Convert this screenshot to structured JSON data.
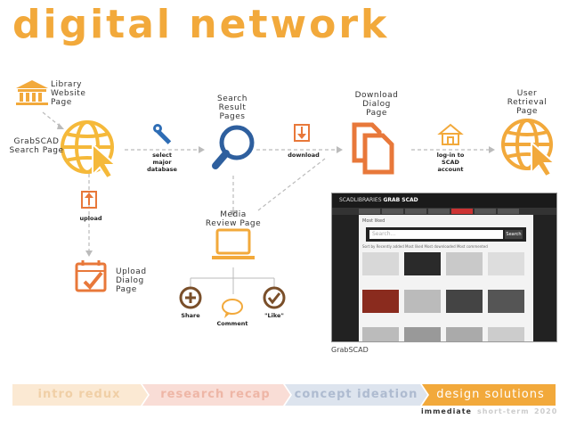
{
  "title": "digital network",
  "nodes": {
    "library": "Library\nWebsite\nPage",
    "grabscad": "GrabSCAD\nSearch Page",
    "search_results": "Search\nResult\nPages",
    "download_dialog": "Download\nDialog\nPage",
    "user_retrieval": "User\nRetrieval\nPage",
    "media_review": "Media\nReview Page",
    "upload_dialog": "Upload\nDialog\nPage"
  },
  "edges": {
    "select_db": "select\nmajor\ndatabase",
    "download": "download",
    "login": "log-in to\nSCAD\naccount",
    "upload": "upload"
  },
  "actions": {
    "share": "Share",
    "comment": "Comment",
    "like": "\"Like\""
  },
  "screenshot": {
    "caption": "GrabSCAD",
    "brand": "SCADLIBRARIES",
    "brand2": "GRAB SCAD",
    "section": "Most liked",
    "search_placeholder": "Search...",
    "search_button": "Search",
    "filters": "Sort by  Recently added  Most liked  Most downloaded  Most commented"
  },
  "bottom_nav": {
    "steps": [
      "intro redux",
      "research recap",
      "concept ideation",
      "design solutions"
    ],
    "active_index": 3,
    "sub": [
      "immediate",
      "short-term",
      "2020"
    ]
  },
  "colors": {
    "orange": "#f2a93b",
    "red_orange": "#e8783a",
    "blue": "#2e5f9e",
    "brown": "#7a4f2a",
    "step_colors": [
      "#fbe9d3",
      "#f9ddd6",
      "#dde4ee",
      "#f2a93b"
    ]
  }
}
